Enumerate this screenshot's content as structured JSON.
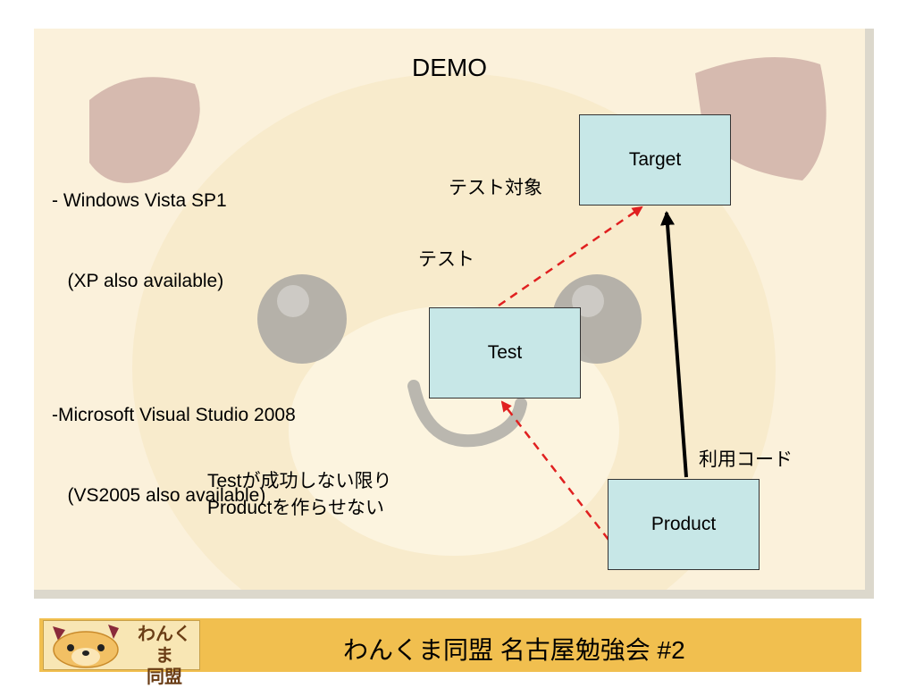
{
  "slide": {
    "title": "DEMO",
    "requirements": [
      "- Windows Vista SP1",
      "   (XP also available)",
      "",
      "-Microsoft Visual Studio 2008",
      "   (VS2005 also available)"
    ]
  },
  "diagram": {
    "nodes": {
      "target": "Target",
      "test": "Test",
      "product": "Product"
    },
    "labels": {
      "test_target": "テスト対象",
      "test": "テスト",
      "usage_code": "利用コード",
      "note_line1": "Testが成功しない限り",
      "note_line2": "Productを作らせない"
    },
    "colors": {
      "box_fill": "#c7e7e7",
      "dashed_arrow": "#e02020",
      "solid_arrow": "#000000"
    }
  },
  "footer": {
    "logo_line1": "わんくま",
    "logo_line2": "同盟",
    "title": "わんくま同盟 名古屋勉強会 #2"
  }
}
